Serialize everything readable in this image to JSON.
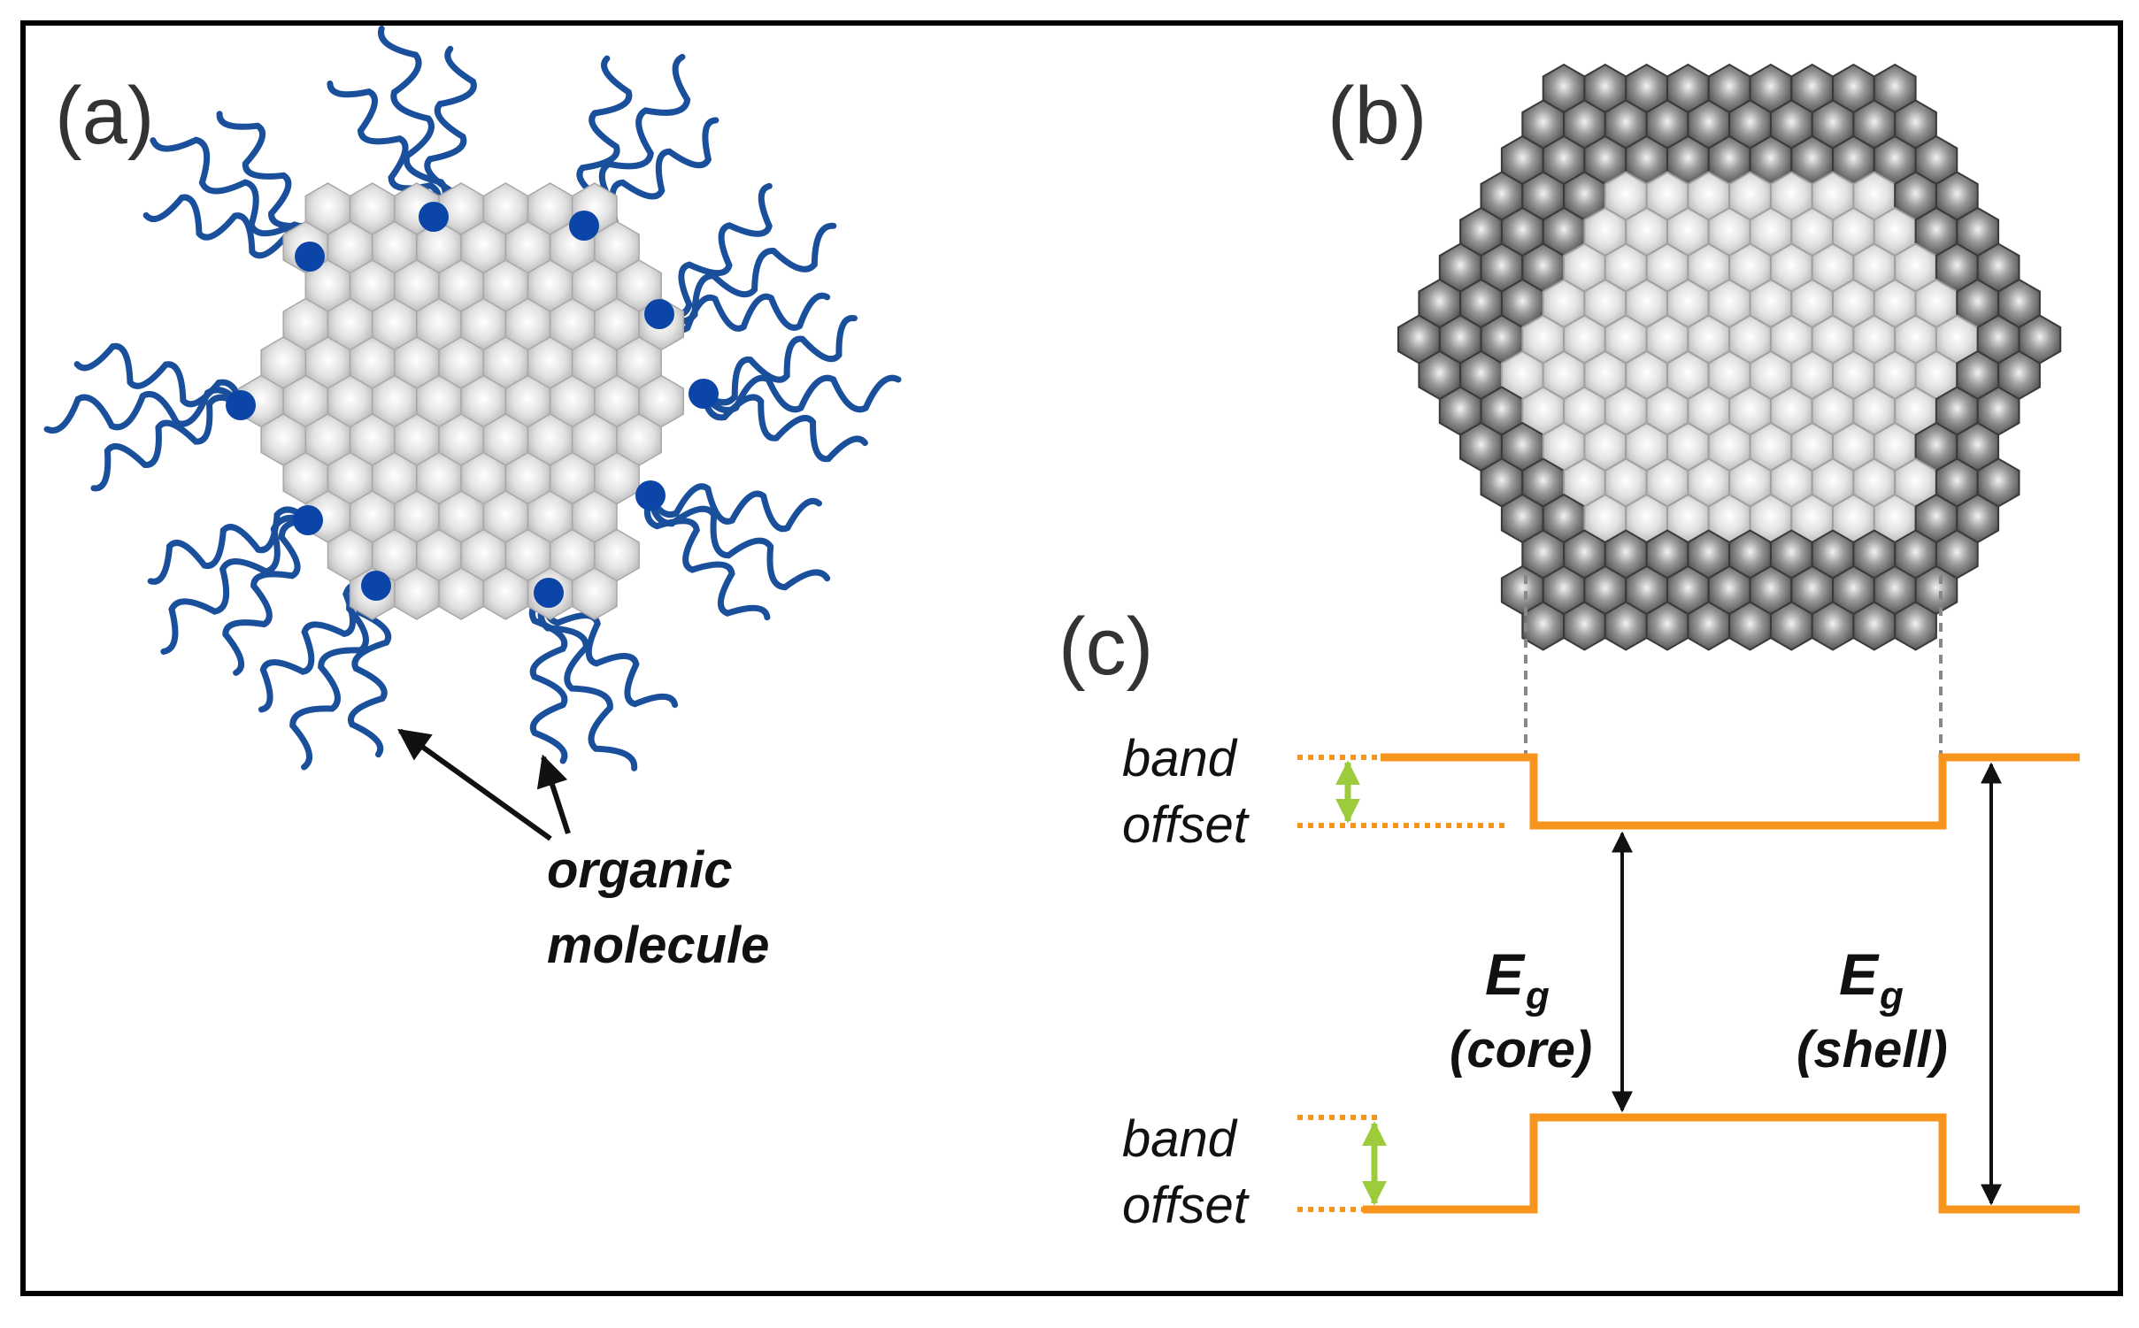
{
  "panels": {
    "a": {
      "label": "(a)",
      "annotation": [
        "organic",
        "molecule"
      ]
    },
    "b": {
      "label": "(b)"
    },
    "c": {
      "label": "(c)",
      "band_offset_top": [
        "band",
        "offset"
      ],
      "band_offset_bottom": [
        "band",
        "offset"
      ],
      "eg_core": {
        "symbol": "E",
        "subscript": "g",
        "qualifier": "(core)"
      },
      "eg_shell": {
        "symbol": "E",
        "subscript": "g",
        "qualifier": "(shell)"
      }
    }
  },
  "colors": {
    "ligand": "#1a4f9c",
    "ligand_head": "#0b45a8",
    "band_edge": "#f7941d",
    "offset_arrow": "#9ccc3c",
    "core_atom": "#c8c8c8",
    "shell_atom": "#6e6e6e",
    "frame": "#000000"
  }
}
